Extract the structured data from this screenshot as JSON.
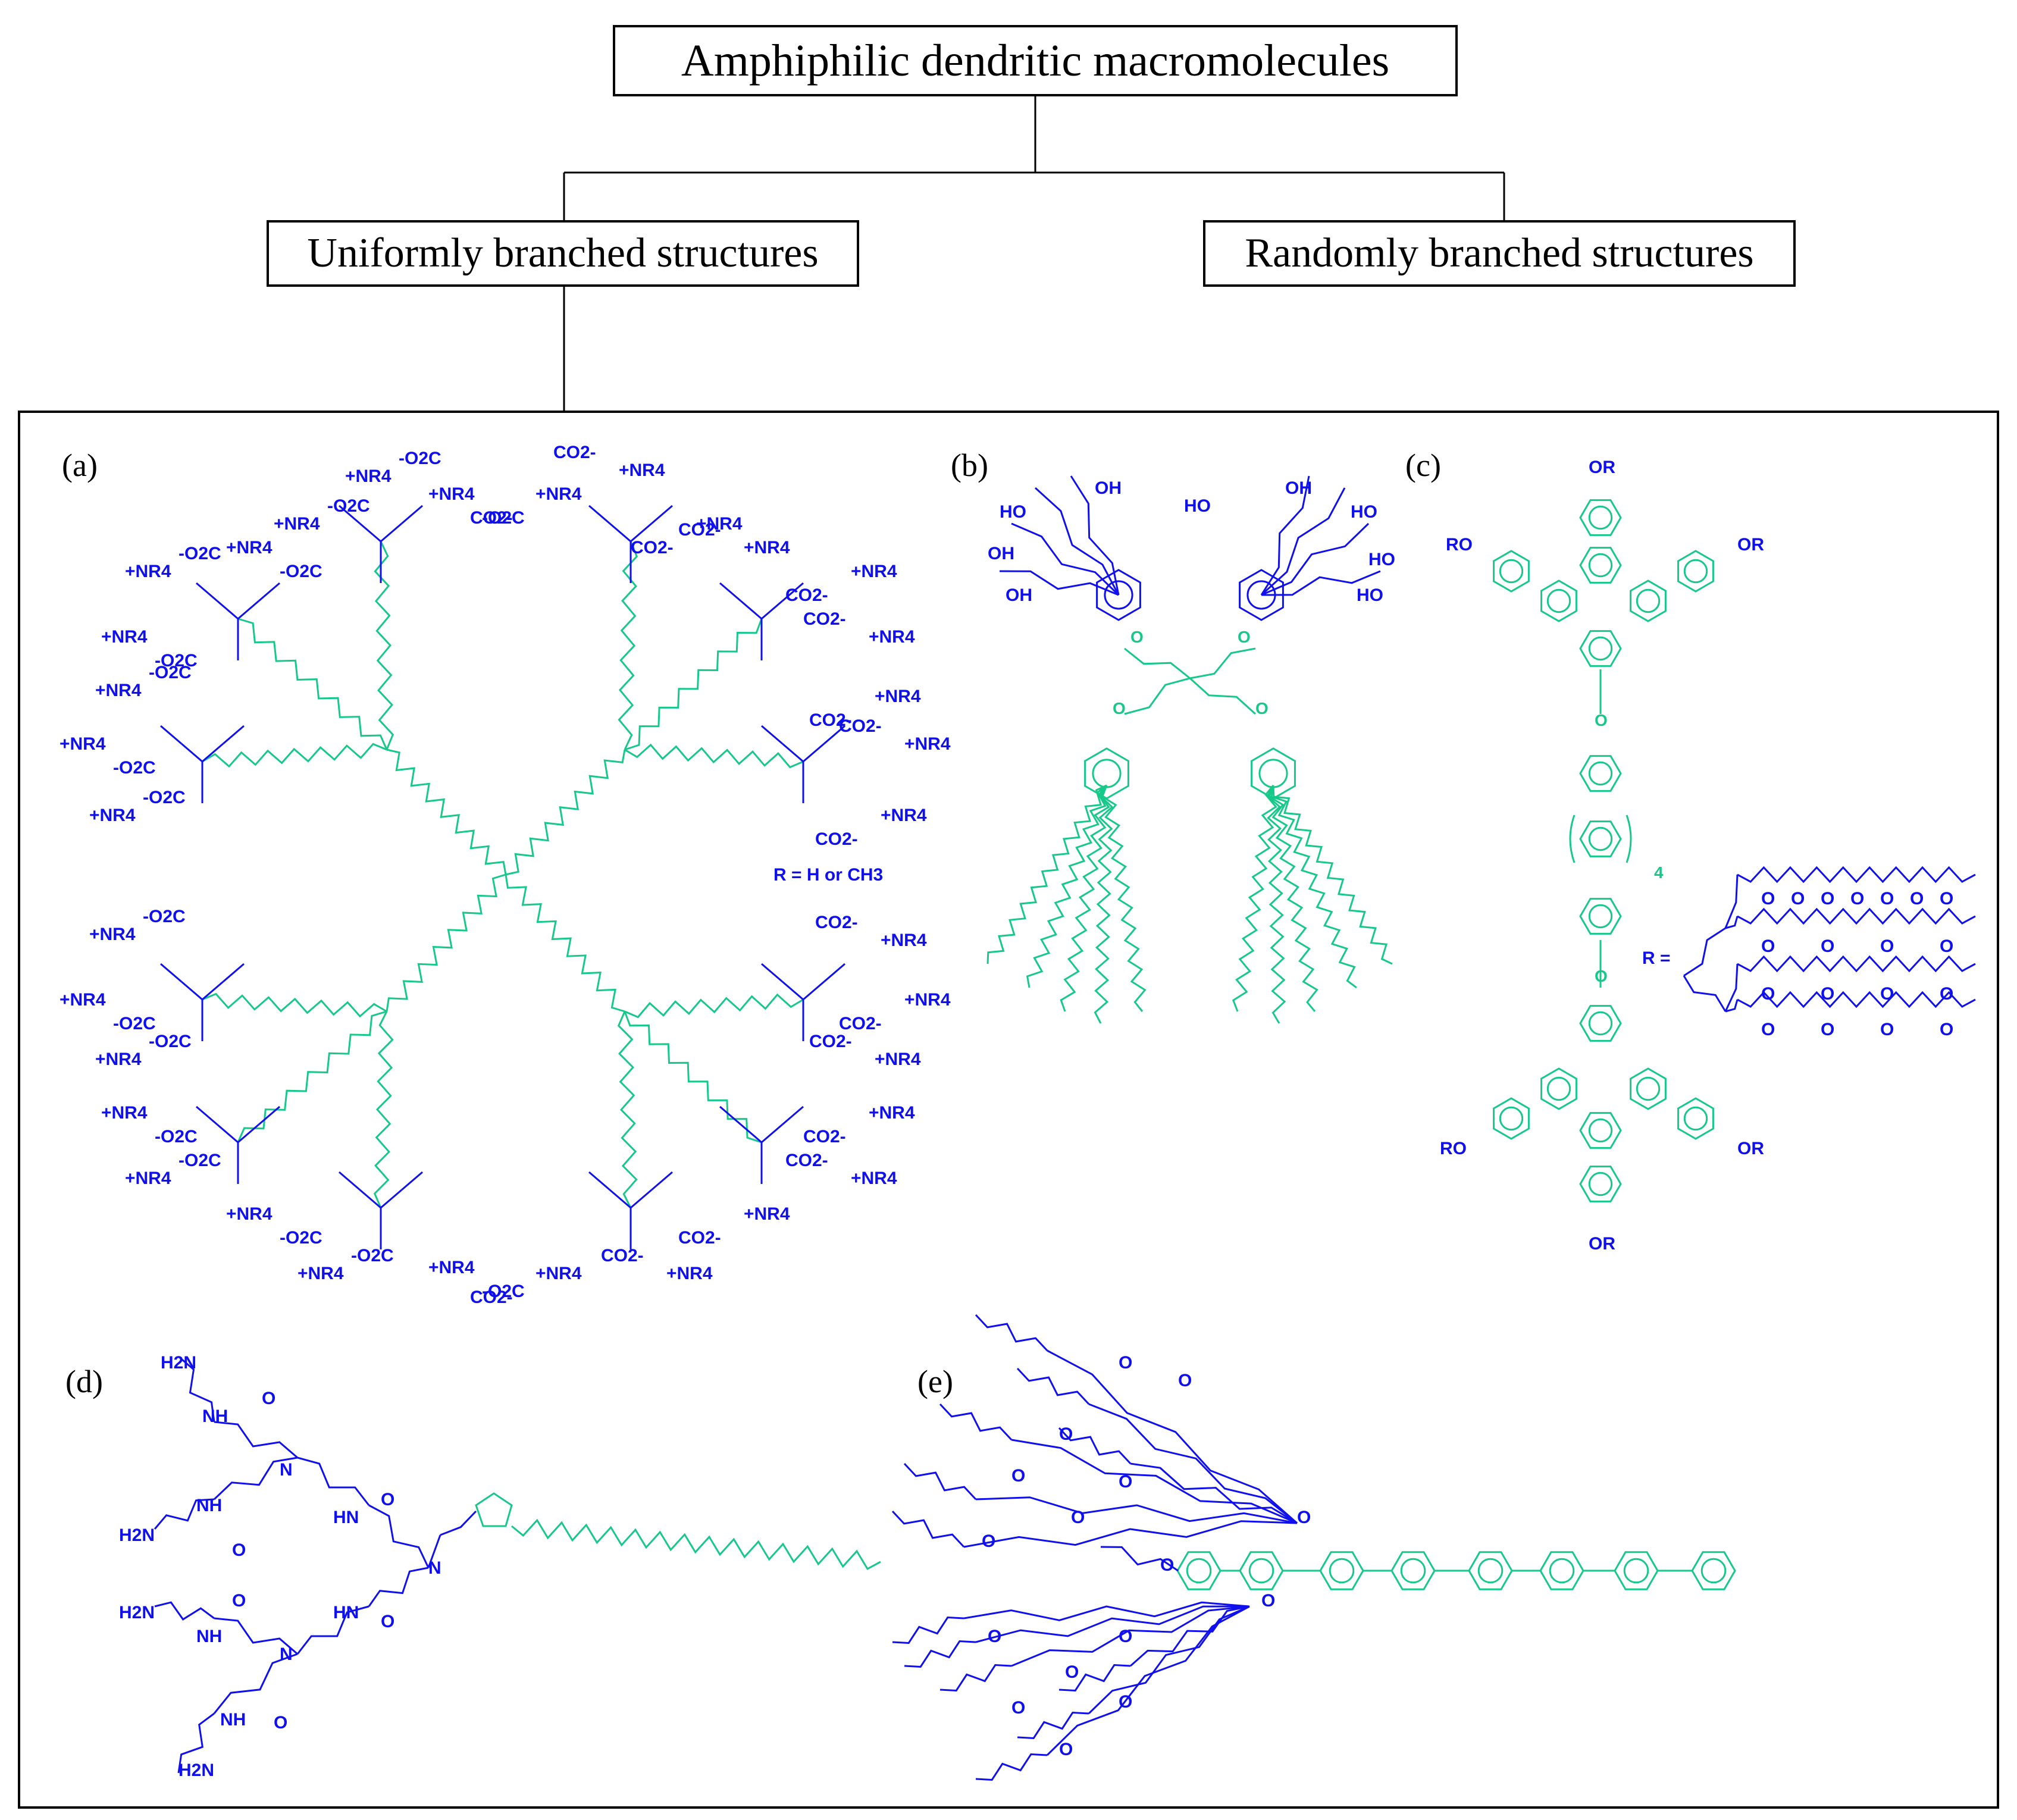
{
  "tree": {
    "root_label": "Amphiphilic dendritic macromolecules",
    "left_label": "Uniformly branched structures",
    "right_label": "Randomly branched structures"
  },
  "panels": {
    "a": {
      "label": "(a)",
      "cation": "+NR4",
      "carboxylate_left": "-O2C",
      "carboxylate_right": "CO2-",
      "r_note": "R = H or CH3"
    },
    "b": {
      "label": "(b)",
      "hydroxyl": "OH",
      "hydroxyl_left": "HO",
      "oxygen": "O"
    },
    "c": {
      "label": "(c)",
      "or_group": "OR",
      "ro_group": "RO",
      "repeat_n": "4",
      "r_def": "R =",
      "oxygen": "O"
    },
    "d": {
      "label": "(d)",
      "amine_h2n": "H2N",
      "amide_nh": "NH",
      "amide_hn": "HN",
      "amine_n": "N",
      "oxygen": "O",
      "h": "H"
    },
    "e": {
      "label": "(e)",
      "oxygen": "O"
    }
  },
  "colors": {
    "hydrophilic": "#1010ee",
    "hydrophobic": "#16c98a",
    "frame": "#000000"
  }
}
